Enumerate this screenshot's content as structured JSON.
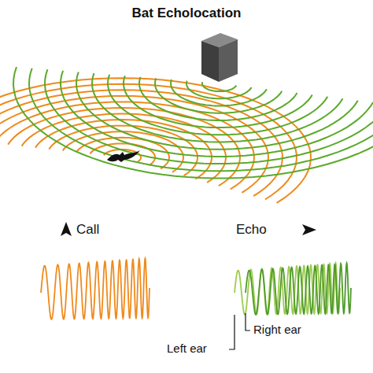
{
  "diagram": {
    "title": "Bat Echolocation",
    "labels": [
      "Call",
      "Echo",
      "Left ear",
      "Right ear"
    ]
  }
}
